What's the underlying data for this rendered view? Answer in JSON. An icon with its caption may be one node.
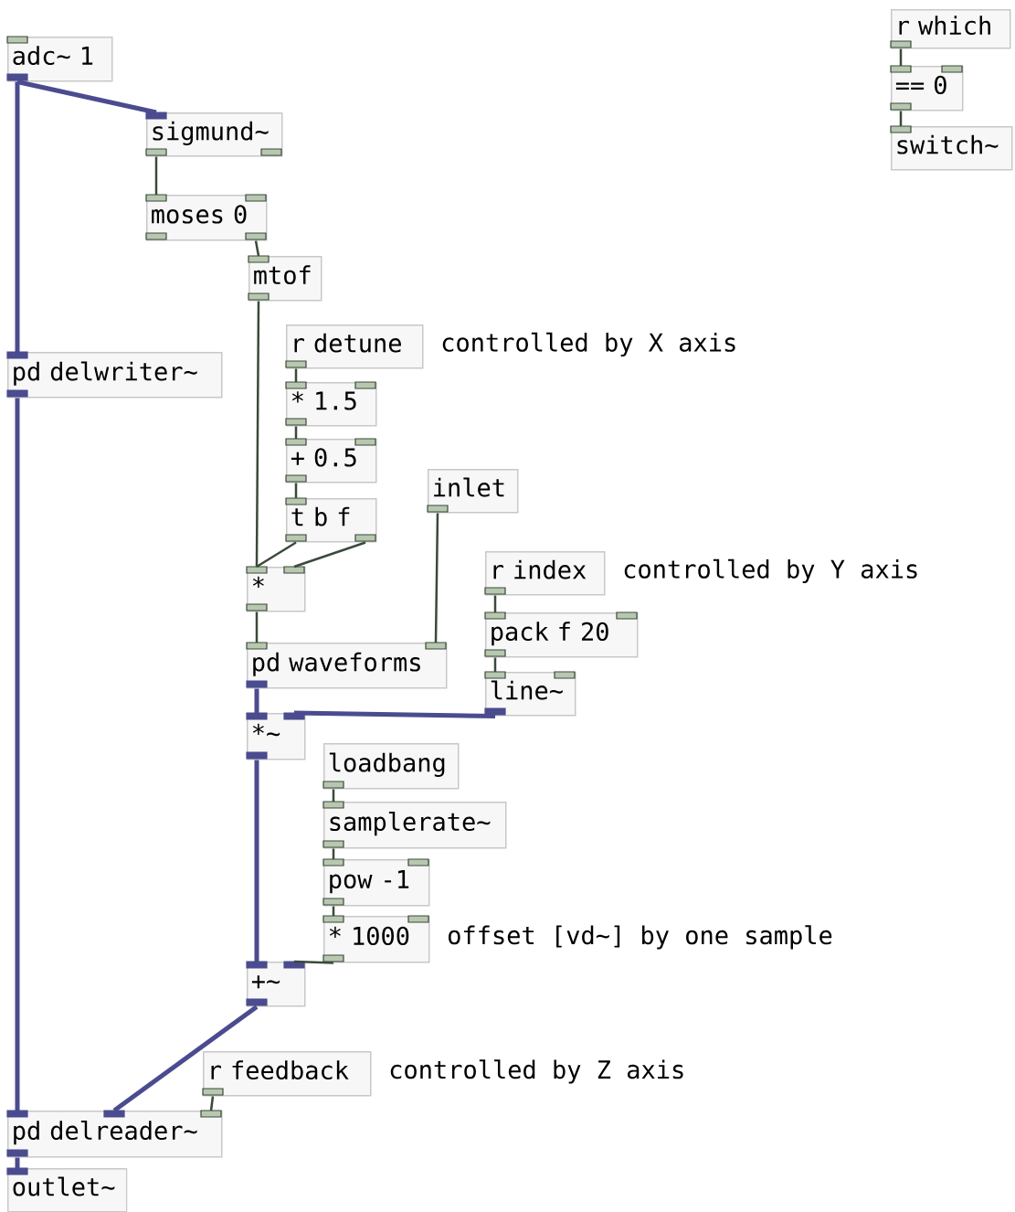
{
  "diagram": {
    "nodes": [
      {
        "text": [
          "adc~ 1"
        ]
      },
      {
        "text": [
          "r which"
        ]
      },
      {
        "text": [
          "== 0"
        ]
      },
      {
        "text": [
          "sigmund~"
        ]
      },
      {
        "text": [
          "switch~"
        ]
      },
      {
        "text": [
          "moses 0"
        ]
      },
      {
        "text": [
          "mtof"
        ]
      },
      {
        "text": [
          "r detune"
        ],
        "beside": [
          "controlled by X axis"
        ]
      },
      {
        "text": [
          "pd delwriter~"
        ]
      },
      {
        "text": [
          "* 1.5"
        ]
      },
      {
        "text": [
          "+ 0.5"
        ]
      },
      {
        "text": [
          "inlet"
        ]
      },
      {
        "text": [
          "t b f"
        ]
      },
      {
        "text": [
          "r index"
        ],
        "beside": [
          "controlled by Y axis"
        ]
      },
      {
        "text": [
          "*"
        ]
      },
      {
        "text": [
          "pack f 20"
        ]
      },
      {
        "text": [
          "pd waveforms"
        ]
      },
      {
        "text": [
          "line~"
        ]
      },
      {
        "text": [
          "*~"
        ]
      },
      {
        "text": [
          "loadbang"
        ]
      },
      {
        "text": [
          "samplerate~"
        ]
      },
      {
        "text": [
          "pow -1"
        ]
      },
      {
        "text": [
          "* 1000"
        ],
        "beside": [
          "offset [vd~] by one sample"
        ]
      },
      {
        "text": [
          "+~"
        ]
      },
      {
        "text": [
          "r feedback"
        ],
        "beside": [
          "controlled by Z axis"
        ]
      },
      {
        "text": [
          "pd delreader~"
        ]
      },
      {
        "text": [
          "outlet~"
        ]
      }
    ],
    "edges": [
      {
        "from": 0,
        "to": 3,
        "arrow": "none",
        "style": "thick",
        "color": "#4b4b8f"
      },
      {
        "from": 0,
        "to": 8,
        "arrow": "none",
        "style": "thick",
        "color": "#4b4b8f"
      },
      {
        "from": 1,
        "to": 2,
        "arrow": "none"
      },
      {
        "from": 2,
        "to": 4,
        "arrow": "none"
      },
      {
        "from": 3,
        "to": 5,
        "arrow": "none"
      },
      {
        "from": 5,
        "to": 6,
        "arrow": "none"
      },
      {
        "from": 6,
        "to": 14,
        "arrow": "none"
      },
      {
        "from": 7,
        "to": 9,
        "arrow": "none"
      },
      {
        "from": 9,
        "to": 10,
        "arrow": "none"
      },
      {
        "from": 10,
        "to": 12,
        "arrow": "none"
      },
      {
        "from": 12,
        "to": 14,
        "arrow": "none"
      },
      {
        "from": 12,
        "to": 14,
        "arrow": "none"
      },
      {
        "from": 14,
        "to": 16,
        "arrow": "none"
      },
      {
        "from": 11,
        "to": 16,
        "arrow": "none"
      },
      {
        "from": 13,
        "to": 15,
        "arrow": "none"
      },
      {
        "from": 15,
        "to": 17,
        "arrow": "none"
      },
      {
        "from": 16,
        "to": 18,
        "arrow": "none",
        "style": "thick",
        "color": "#4b4b8f"
      },
      {
        "from": 17,
        "to": 18,
        "arrow": "none",
        "style": "thick",
        "color": "#4b4b8f"
      },
      {
        "from": 18,
        "to": 23,
        "arrow": "none",
        "style": "thick",
        "color": "#4b4b8f"
      },
      {
        "from": 19,
        "to": 20,
        "arrow": "none"
      },
      {
        "from": 20,
        "to": 21,
        "arrow": "none"
      },
      {
        "from": 21,
        "to": 22,
        "arrow": "none"
      },
      {
        "from": 22,
        "to": 23,
        "arrow": "none"
      },
      {
        "from": 8,
        "to": 25,
        "arrow": "none",
        "style": "thick",
        "color": "#4b4b8f"
      },
      {
        "from": 23,
        "to": 25,
        "arrow": "none",
        "style": "thick",
        "color": "#4b4b8f"
      },
      {
        "from": 24,
        "to": 25,
        "arrow": "none"
      },
      {
        "from": 25,
        "to": 26,
        "arrow": "none",
        "style": "thick",
        "color": "#4b4b8f"
      }
    ]
  }
}
